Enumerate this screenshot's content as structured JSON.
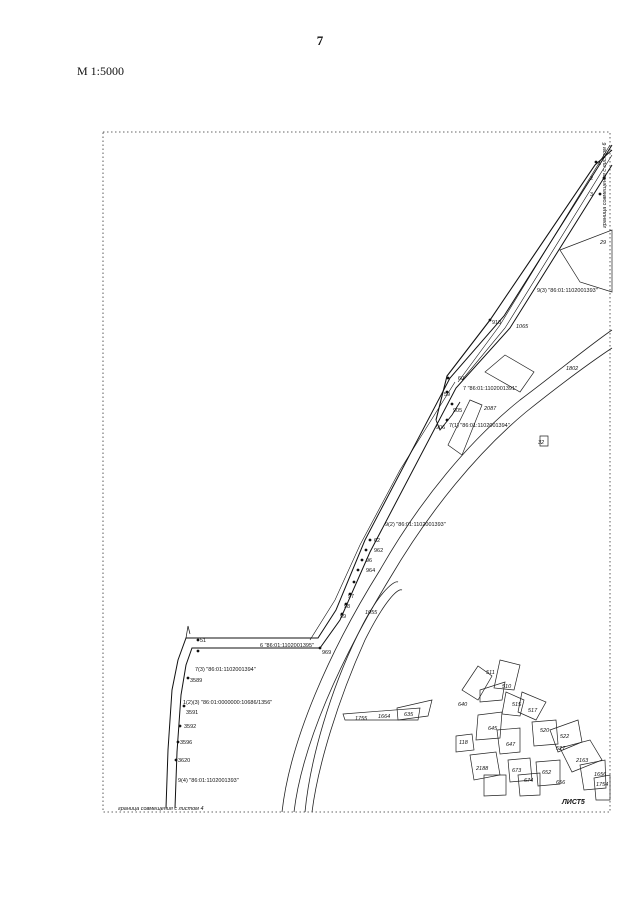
{
  "page_number": "7",
  "scale": "М 1:5000",
  "sheet_label": "ЛИСТ5",
  "bottom_note": "граница совмещения с листом 4",
  "right_note": "граница совмещения с листом 6",
  "parcels": [
    {
      "id": "p1",
      "label": "9(3) \"86:01:1102001393\""
    },
    {
      "id": "p2",
      "label": "7 \"86:01:1102001391\""
    },
    {
      "id": "p3",
      "label": "7(1) \"86:01:1102001394\""
    },
    {
      "id": "p4",
      "label": "9(2) \"86:01:1102001393\""
    },
    {
      "id": "p5",
      "label": "6 \"86:01:1102001395\""
    },
    {
      "id": "p6",
      "label": "7(3) \"86:01:1102001394\""
    },
    {
      "id": "p7",
      "label": "1(2)(3) \"86:01:0000000:10686/1356\""
    },
    {
      "id": "p8",
      "label": "9(4) \"86:01:1102001393\""
    }
  ],
  "points": [
    "910",
    "60",
    "59",
    "905",
    "906",
    "62",
    "962",
    "96",
    "964",
    "97",
    "98",
    "99",
    "51",
    "969",
    "3589",
    "3591",
    "3592",
    "3596",
    "3620",
    "1",
    "2",
    "3"
  ],
  "areas": [
    "1065",
    "2087",
    "1802",
    "1055",
    "511",
    "510",
    "515",
    "517",
    "645",
    "647",
    "520",
    "522",
    "527",
    "118",
    "640",
    "2188",
    "674",
    "673",
    "652",
    "656",
    "2163",
    "1755",
    "1664",
    "635",
    "32",
    "1754",
    "1656",
    "29"
  ]
}
